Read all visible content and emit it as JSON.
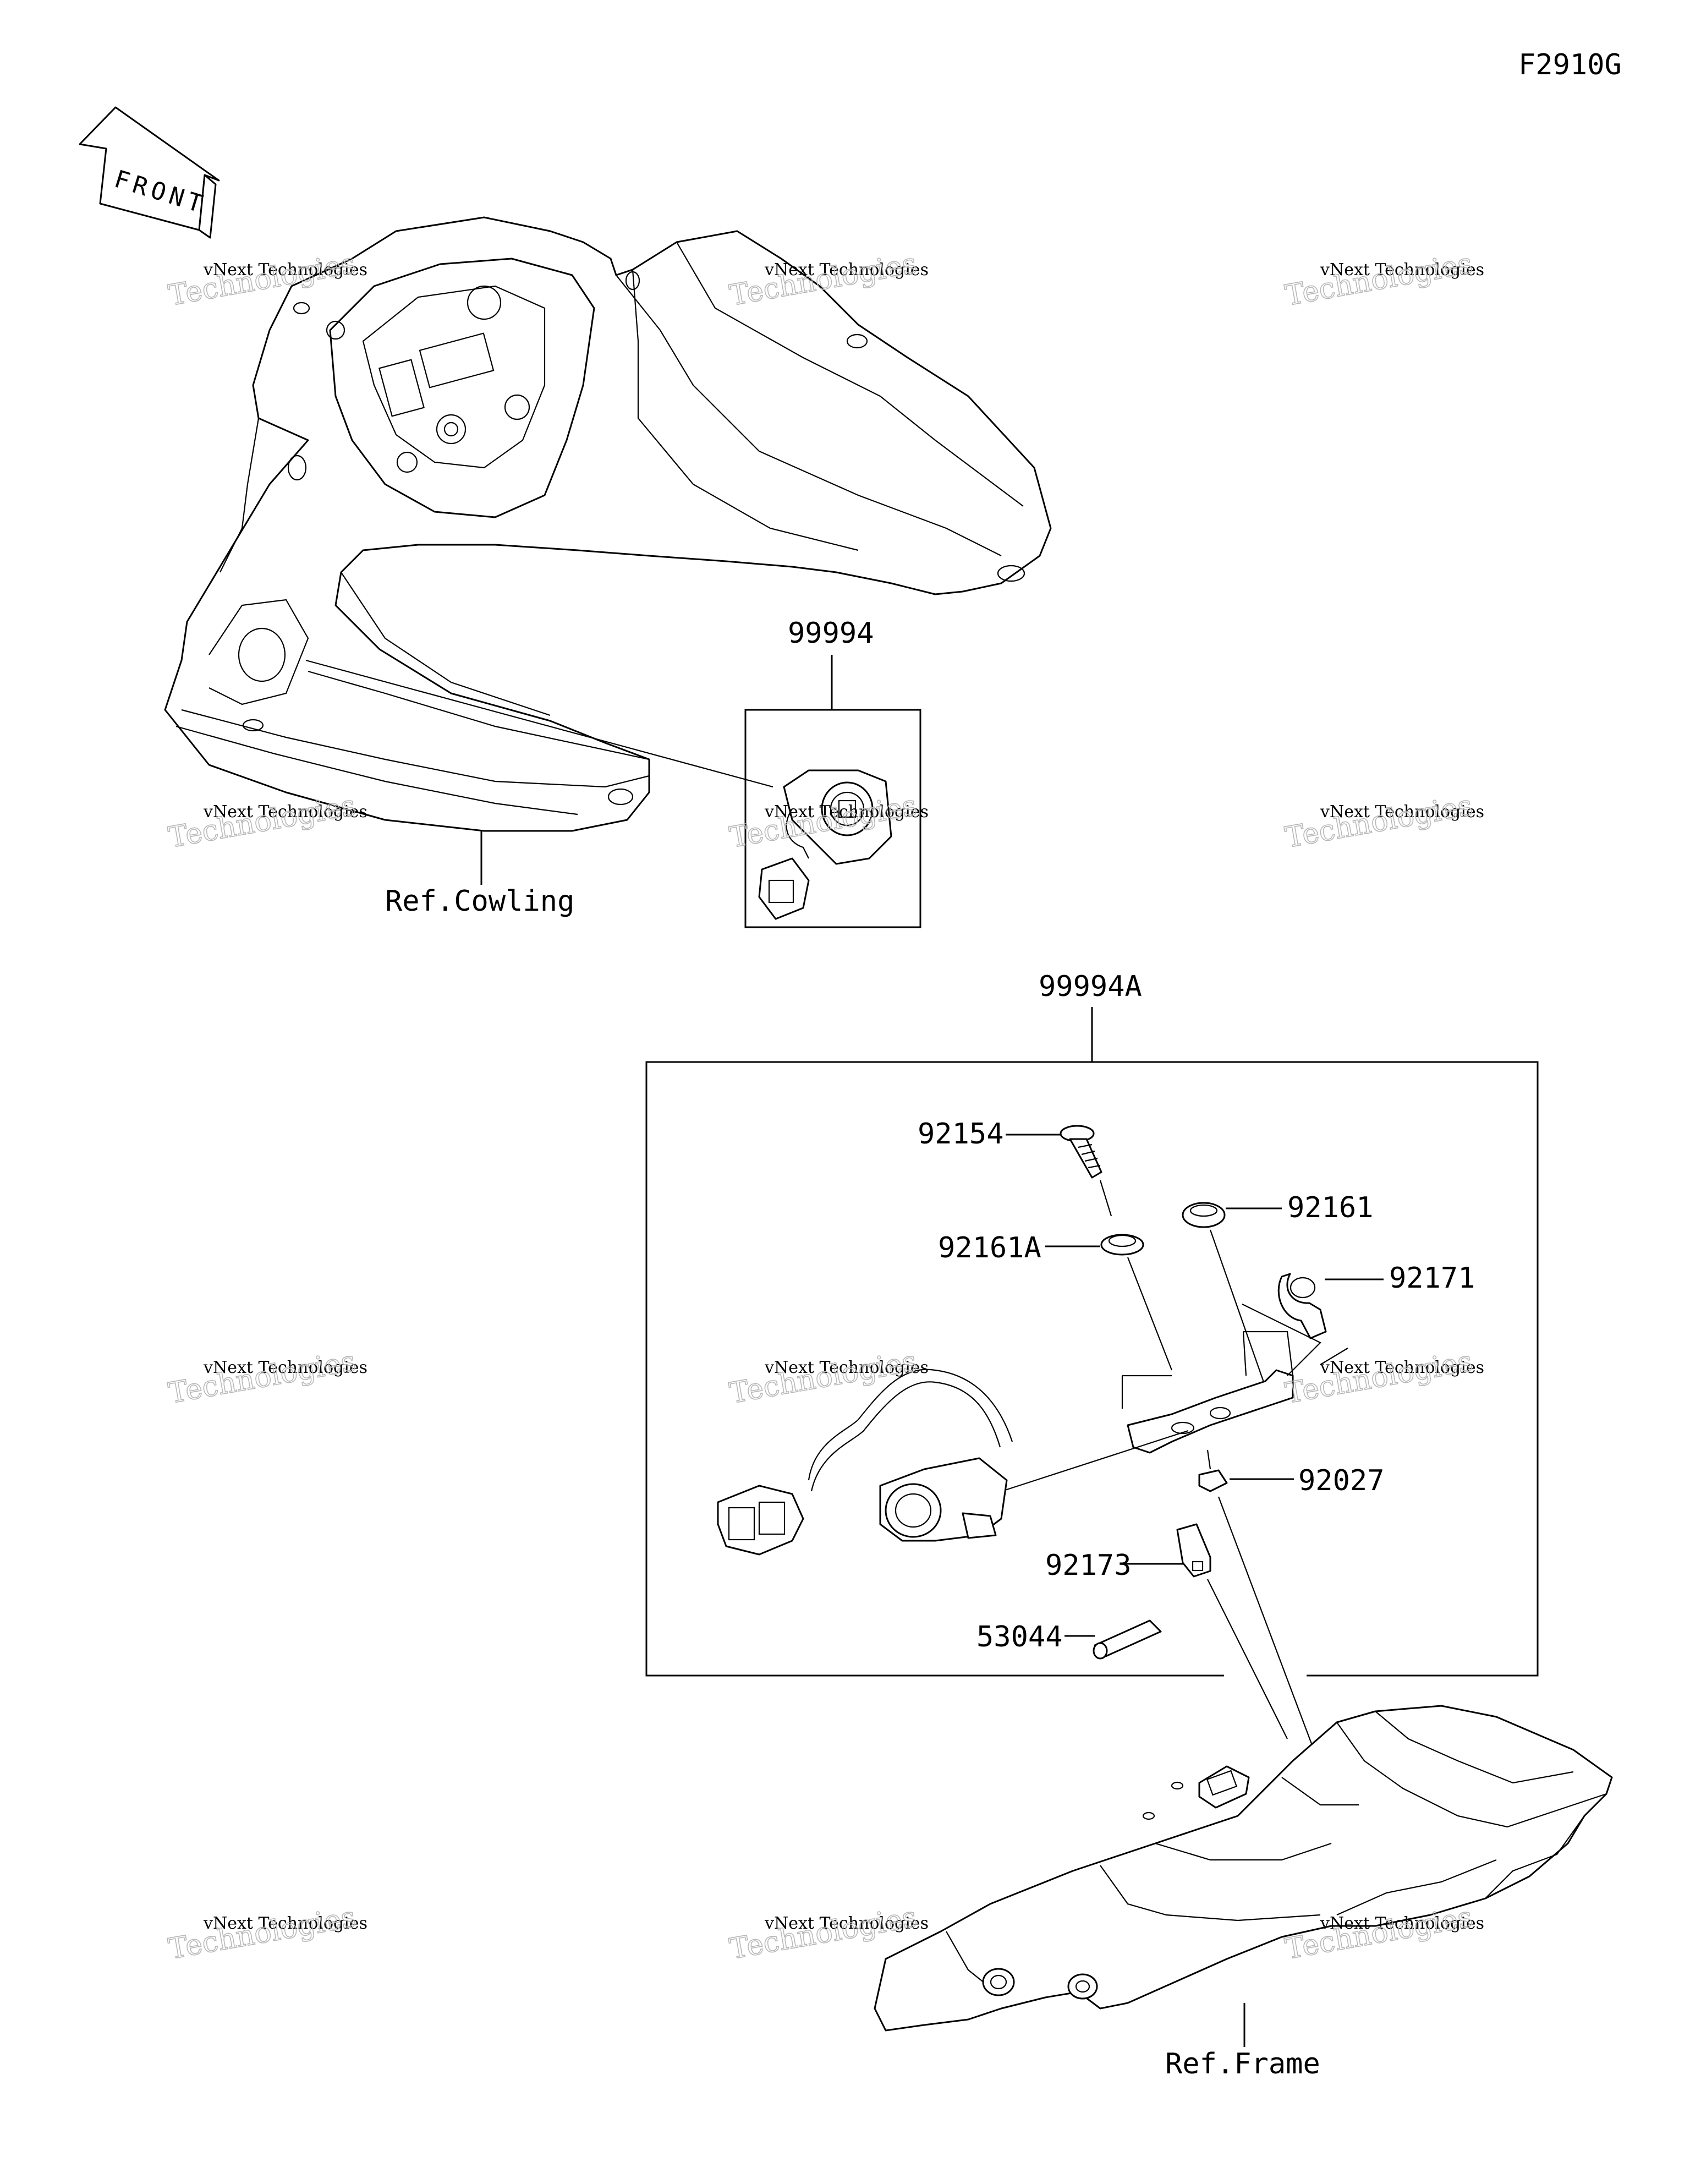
{
  "figure_id": "F2910G",
  "front_arrow_label": "FRONT",
  "callouts": {
    "p99994": "99994",
    "p99994A": "99994A",
    "p92154": "92154",
    "p92161A": "92161A",
    "p92161": "92161",
    "p92171": "92171",
    "p92027": "92027",
    "p92173": "92173",
    "p53044": "53044",
    "ref_cowling": "Ref.Cowling",
    "ref_frame": "Ref.Frame"
  },
  "watermark": {
    "line1": "vNext Technologies",
    "line2": "Technologies"
  }
}
